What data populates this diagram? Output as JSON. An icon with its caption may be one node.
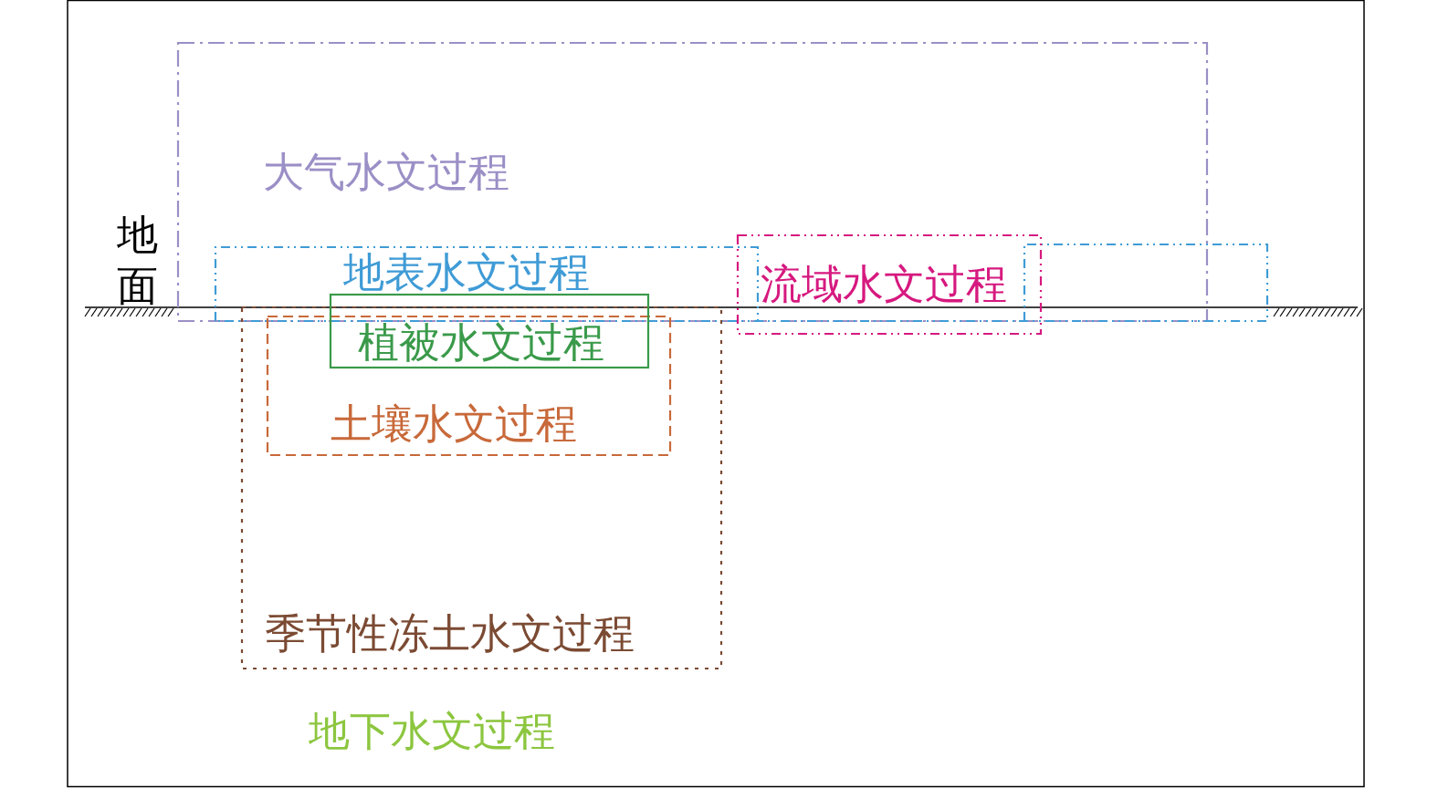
{
  "diagram": {
    "nodes": [
      {
        "text": [
          "大气水文过程"
        ]
      },
      {
        "text": [
          "地表水文过程"
        ]
      },
      {
        "text": [
          "流域水文过程"
        ]
      },
      {
        "text": [
          "植被水文过程"
        ]
      },
      {
        "text": [
          "季节性冻土水文过程"
        ]
      },
      {
        "text": [
          "土壤水文过程"
        ],
        "in": 4
      }
    ],
    "labels": [
      "地面",
      "地下水文过程"
    ]
  }
}
